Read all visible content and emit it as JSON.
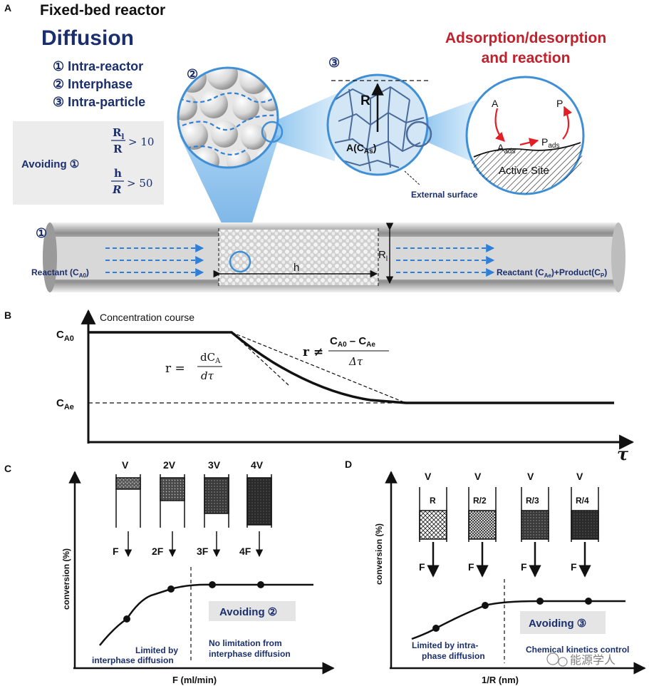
{
  "panel_a": {
    "letter": "A",
    "title": "Fixed-bed reactor",
    "diffusion": {
      "heading": "Diffusion",
      "items": [
        "① Intra-reactor",
        "② Interphase",
        "③ Intra-particle"
      ]
    },
    "avoiding_box": {
      "label": "Avoiding ①",
      "cond1_num": "R",
      "cond1_num_sub": "l",
      "cond1_den": "R",
      "cond1_rhs": "> 10",
      "cond2_num": "h",
      "cond2_den": "R",
      "cond2_rhs": "> 50"
    },
    "circle_labels": {
      "c1": "①",
      "c2": "②",
      "c3": "③"
    },
    "adsorption": {
      "line1": "Adsorption/desorption",
      "line2": "and reaction"
    },
    "particle": {
      "R": "R",
      "A": "A(C",
      "A_sub": "As",
      "A_close": ")",
      "external": "External surface"
    },
    "site": {
      "A": "A",
      "P": "P",
      "Aads": "A",
      "Aads_sub": "ads",
      "Pads": "P",
      "Pads_sub": "ads",
      "active": "Active Site"
    },
    "reactor": {
      "inlet": "Reactant (C",
      "inlet_sub": "A0",
      "inlet_close": ")",
      "outlet_a": "Reactant (C",
      "outlet_a_sub": "Ae",
      "outlet_b": ")+Product(C",
      "outlet_b_sub": "P",
      "outlet_c": ")",
      "h": "h",
      "Rl": "R",
      "Rl_sub": "l"
    }
  },
  "panel_b": {
    "letter": "B",
    "curve_label": "Concentration course",
    "ca0": "C",
    "ca0_sub": "A0",
    "cae": "C",
    "cae_sub": "Ae",
    "tau": "τ",
    "eq1_lhs": "r =",
    "eq1_num": "dC",
    "eq1_num_sub": "A",
    "eq1_den": "dτ",
    "eq2_lhs": "r ≠",
    "eq2_num_a": "C",
    "eq2_num_a_sub": "A0",
    "eq2_num_b": " – C",
    "eq2_num_b_sub": "Ae",
    "eq2_den": "Δτ"
  },
  "panel_c": {
    "letter": "C",
    "ylabel": "conversion (%)",
    "xlabel": "F (ml/min)",
    "volumes": [
      "V",
      "2V",
      "3V",
      "4V"
    ],
    "flows": [
      "F",
      "2F",
      "3F",
      "4F"
    ],
    "avoiding": "Avoiding ②",
    "limited": [
      "Limited by",
      "interphase diffusion"
    ],
    "no_limit": [
      "No limitation from",
      "interphase diffusion"
    ]
  },
  "panel_d": {
    "letter": "D",
    "ylabel": "conversion (%)",
    "xlabel": "1/R (nm)",
    "volumes": [
      "V",
      "V",
      "V",
      "V"
    ],
    "radii": [
      "R",
      "R/2",
      "R/3",
      "R/4"
    ],
    "flows": [
      "F",
      "F",
      "F",
      "F"
    ],
    "avoiding": "Avoiding ③",
    "limited": [
      "Limited by intra-",
      "phase diffusion"
    ],
    "kinetic": "Chemical kinetics control"
  },
  "watermark": "能源学人",
  "colors": {
    "navy": "#1b2f6e",
    "red": "#c2202a",
    "blue": "#2f7fd6",
    "gray_box": "#ececec"
  }
}
